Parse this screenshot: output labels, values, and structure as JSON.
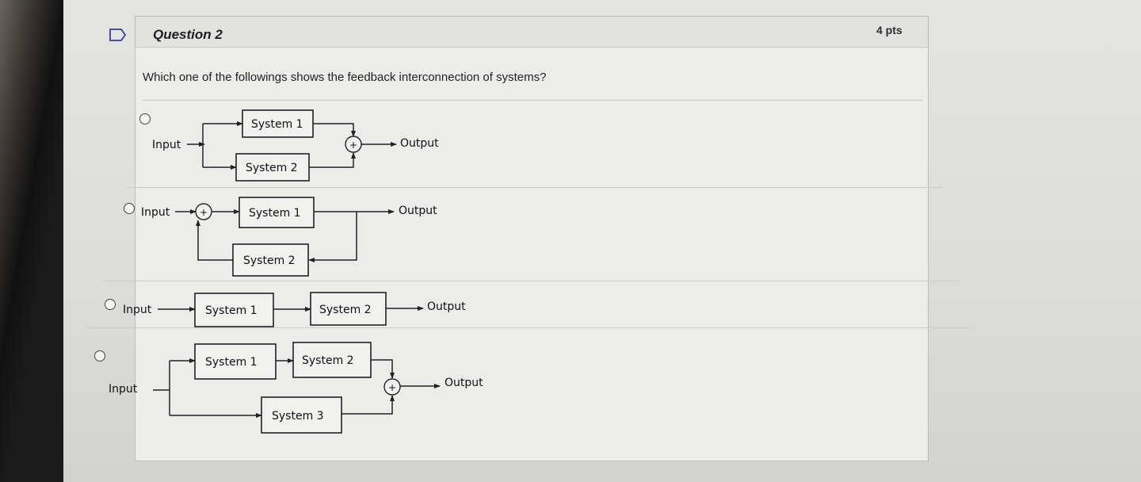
{
  "question": {
    "title": "Question 2",
    "points": "4 pts",
    "text": "Which one of the followings shows the feedback interconnection of systems?"
  },
  "options": [
    {
      "id": "a",
      "input_label": "Input",
      "output_label": "Output",
      "boxes": [
        "System 1",
        "System 2"
      ],
      "sum_symbol": "+"
    },
    {
      "id": "b",
      "input_label": "Input",
      "output_label": "Output",
      "boxes": [
        "System 1",
        "System 2"
      ],
      "sum_symbol": "+"
    },
    {
      "id": "c",
      "input_label": "Input",
      "output_label": "Output",
      "boxes": [
        "System 1",
        "System 2"
      ]
    },
    {
      "id": "d",
      "input_label": "Input",
      "output_label": "Output",
      "boxes": [
        "System 1",
        "System 2",
        "System 3"
      ],
      "sum_symbol": "+"
    }
  ],
  "icons": {
    "flag": "flag-icon"
  }
}
